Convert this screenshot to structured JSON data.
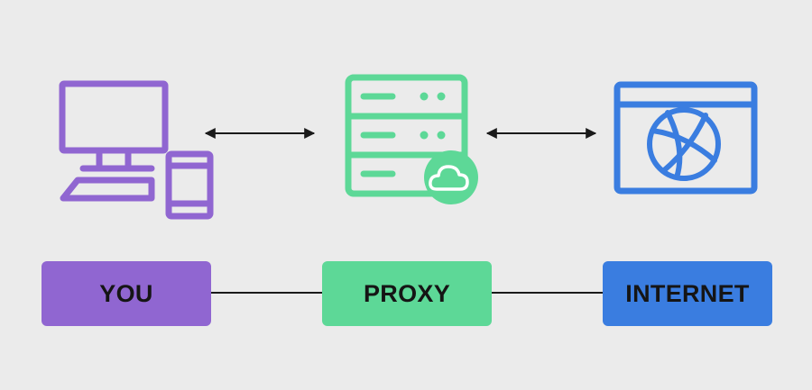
{
  "nodes": {
    "you": {
      "label": "YOU"
    },
    "proxy": {
      "label": "PROXY"
    },
    "internet": {
      "label": "INTERNET"
    }
  },
  "colors": {
    "background": "#ebebeb",
    "you": "#9066d1",
    "proxy": "#5dd897",
    "internet": "#3a7de0",
    "line": "#1a1a1a",
    "label_text": "#151515"
  },
  "icons": {
    "you": [
      "desktop-computer-icon",
      "smartphone-icon"
    ],
    "proxy": [
      "server-rack-icon",
      "cloud-icon"
    ],
    "internet": [
      "browser-window-icon",
      "globe-icon"
    ]
  }
}
